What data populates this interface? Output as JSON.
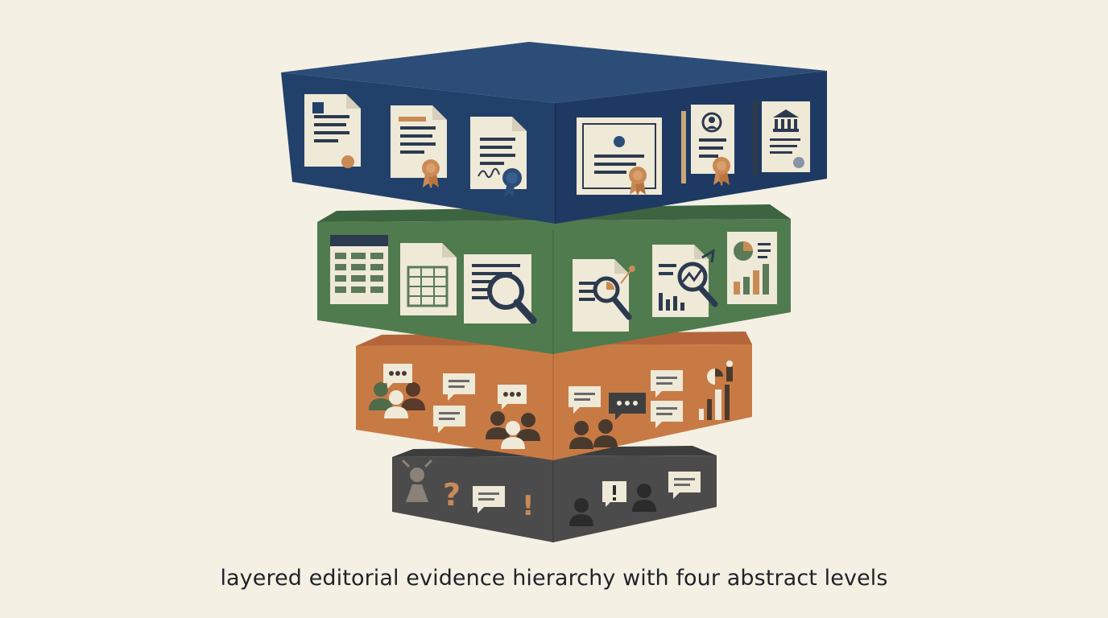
{
  "caption": "layered editorial evidence hierarchy with four abstract levels",
  "levels": [
    {
      "id": "level-1-official-documents",
      "color": "#22416a",
      "icons": [
        "document-icon",
        "certificate-icon",
        "signed-document-icon",
        "diploma-icon",
        "id-document-icon",
        "institution-document-icon"
      ]
    },
    {
      "id": "level-2-data-analysis",
      "color": "#4f7b4e",
      "icons": [
        "spreadsheet-icon",
        "table-document-icon",
        "magnifier-document-icon",
        "analysis-report-icon",
        "trend-chart-icon",
        "pie-chart-report-icon"
      ]
    },
    {
      "id": "level-3-testimony",
      "color": "#c87a45",
      "icons": [
        "people-icon",
        "speech-bubble-icon",
        "chat-icon",
        "group-discussion-icon",
        "bar-chart-icon"
      ]
    },
    {
      "id": "level-4-anecdote",
      "color": "#4a4a4a",
      "icons": [
        "confused-person-icon",
        "question-mark-icon",
        "speech-bubble-icon",
        "exclamation-icon",
        "person-icon"
      ]
    }
  ],
  "colors": {
    "background": "#f4f0e4",
    "paper": "#efe9d7",
    "ink": "#2c3a4f",
    "accent": "#c98a55"
  },
  "glyphs": {
    "question": "?",
    "exclamation": "!"
  }
}
